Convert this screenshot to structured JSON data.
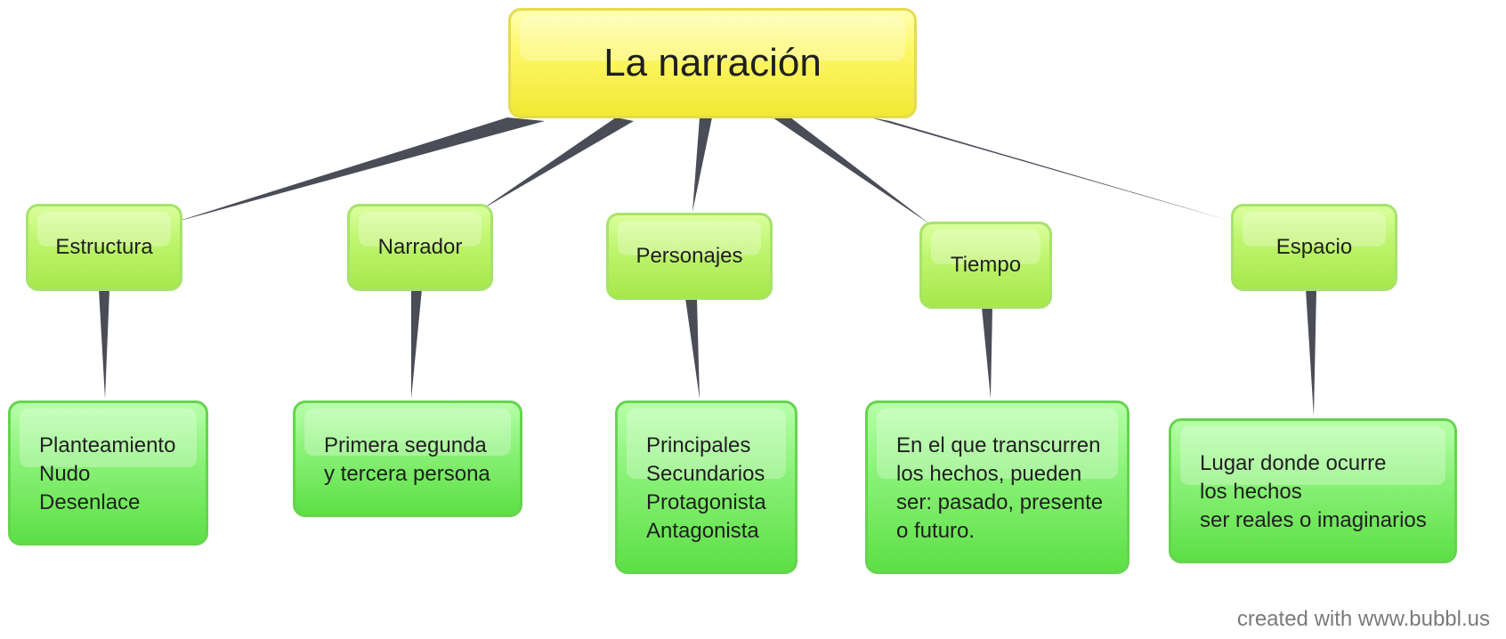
{
  "root": {
    "label": "La narración"
  },
  "branches": [
    {
      "label": "Estructura",
      "detail": [
        "Planteamiento",
        "Nudo",
        "Desenlace"
      ]
    },
    {
      "label": "Narrador",
      "detail": [
        "Primera segunda",
        "y tercera persona"
      ]
    },
    {
      "label": "Personajes",
      "detail": [
        "Principales",
        "Secundarios",
        "Protagonista",
        "Antagonista"
      ]
    },
    {
      "label": "Tiempo",
      "detail": [
        "En el que transcurren",
        "los hechos, pueden",
        "ser: pasado, presente",
        "o futuro."
      ]
    },
    {
      "label": "Espacio",
      "detail": [
        "Lugar donde ocurre",
        "los hechos",
        "ser reales o imaginarios"
      ]
    }
  ],
  "credit": "created with www.bubbl.us",
  "colors": {
    "root_fill": "#fdf86a",
    "branch_fill": "#bff56f",
    "leaf_fill": "#8cf27a",
    "connector": "#4a4c57"
  }
}
